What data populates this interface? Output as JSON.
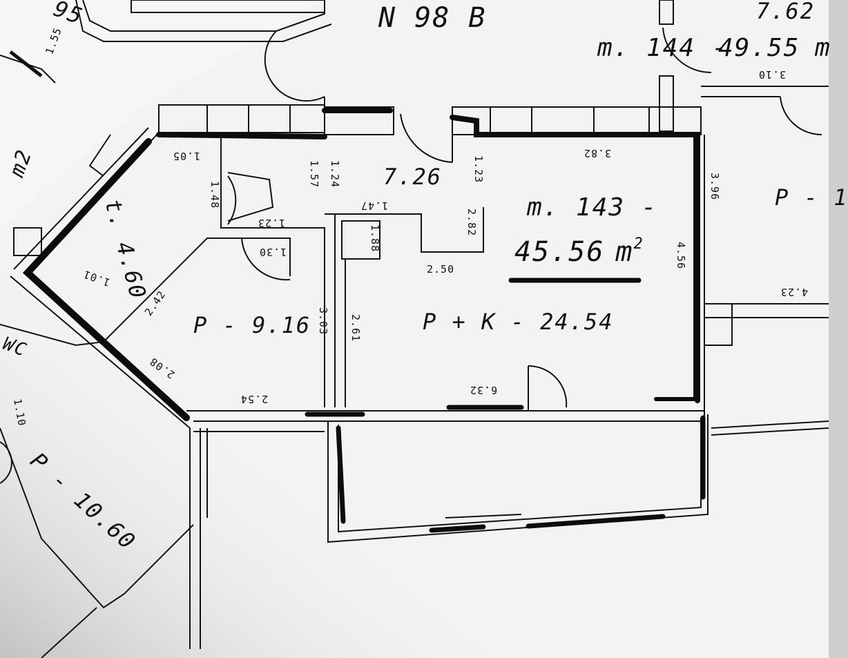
{
  "sheet": {
    "building": "N 98 B",
    "colors": {
      "paper": "#f3f3f3",
      "ink": "#111111",
      "shadow": "#d8d8d8"
    }
  },
  "units": {
    "unit_143": {
      "name": "m. 143 -",
      "area": "45.56",
      "area_unit": "m",
      "area_exp": "2"
    },
    "unit_144": {
      "name": "m. 144 -",
      "area": "49.55",
      "area_unit": "m"
    },
    "top_right_value": "7.62",
    "top_left_value": "95"
  },
  "rooms": {
    "living_kitchen": "P + K - 24.54",
    "room_a": "P - 9.16",
    "room_b": "P - 10.60",
    "hall": "7.26",
    "bath": "t. 4.60",
    "wc": "WC",
    "right_room": "P - 1",
    "left_m2": "m2"
  },
  "dimensions": {
    "d1": "1.05",
    "d2": "1.48",
    "d3": "1.23",
    "d4": "1.57",
    "d5": "1.24",
    "d6": "3.82",
    "d7": "1.47",
    "d8": "1.23",
    "d9": "2.82",
    "d10": "1.88",
    "d11": "2.50",
    "d12": "3.03",
    "d13": "2.61",
    "d14": "2.54",
    "d15": "6.32",
    "d16": "4.56",
    "d17": "3.96",
    "d18": "3.10",
    "d19": "4.23",
    "d20": "1.30",
    "d21": "1.01",
    "d22": "2.08",
    "d23": "2.42",
    "d24": "1.55",
    "d25": "1.10"
  }
}
